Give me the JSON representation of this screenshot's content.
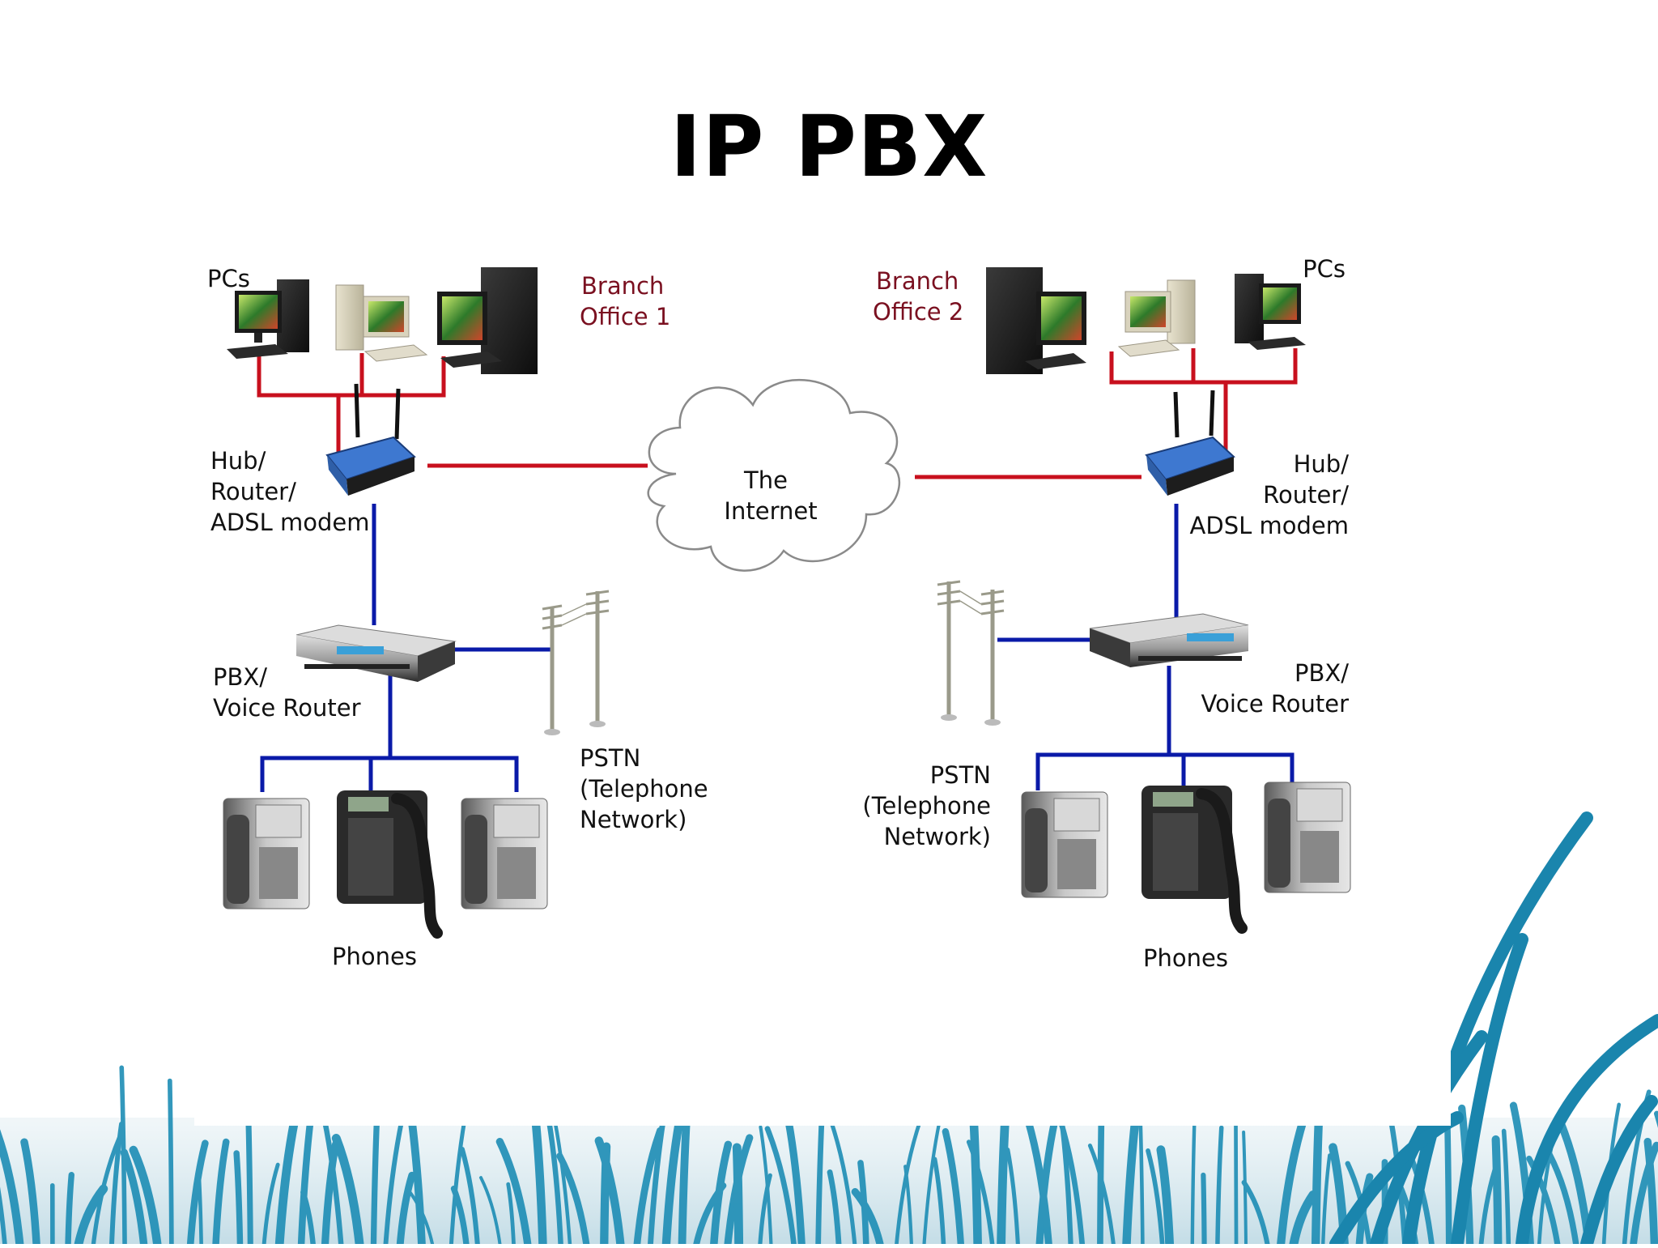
{
  "slide": {
    "title": "IP PBX"
  },
  "diagram": {
    "cloud_label": [
      "The",
      "Internet"
    ],
    "office1": {
      "name": [
        "Branch",
        "Office 1"
      ],
      "pcs_label": "PCs",
      "router_label": [
        "Hub/",
        "Router/",
        "ADSL modem"
      ],
      "pbx_label": [
        "PBX/",
        "Voice Router"
      ],
      "pstn_label": [
        "PSTN",
        "(Telephone",
        "Network)"
      ],
      "phones_label": "Phones"
    },
    "office2": {
      "name": [
        "Branch",
        "Office 2"
      ],
      "pcs_label": "PCs",
      "router_label": [
        "Hub/",
        "Router/",
        "ADSL modem"
      ],
      "pbx_label": [
        "PBX/",
        "Voice Router"
      ],
      "pstn_label": [
        "PSTN",
        "(Telephone",
        "Network)"
      ],
      "phones_label": "Phones"
    },
    "colors": {
      "lan_line": "#c8101e",
      "voice_line": "#0a1aa8",
      "office_label": "#7a1020",
      "grass": "#1d8db5"
    }
  }
}
